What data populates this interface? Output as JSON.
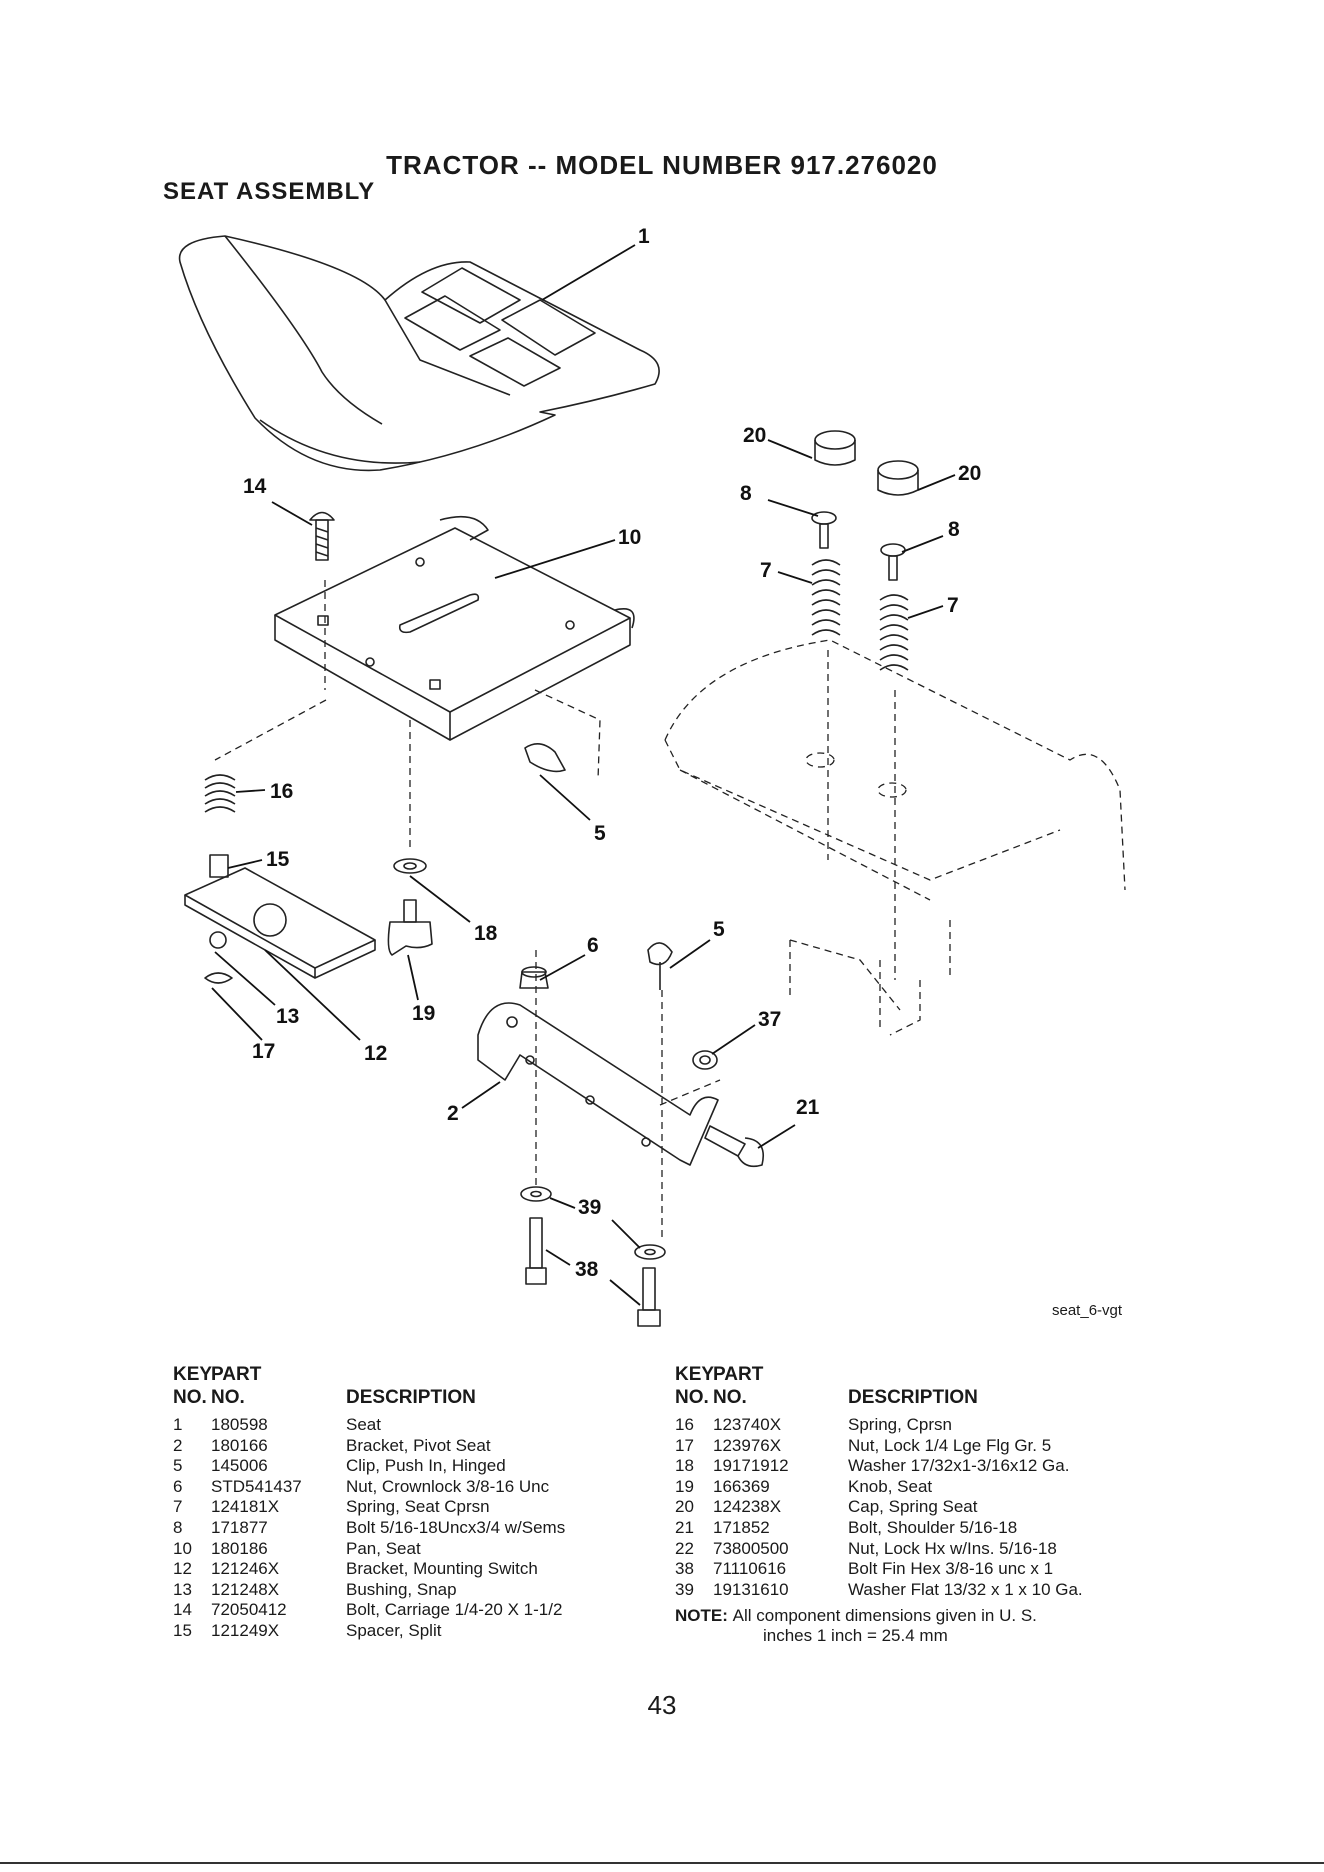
{
  "header": {
    "title": "TRACTOR -- MODEL NUMBER 917.276020",
    "subtitle": "SEAT ASSEMBLY"
  },
  "diagram": {
    "figure_code": "seat_6-vgt",
    "callouts": [
      "1",
      "14",
      "10",
      "20",
      "20",
      "8",
      "8",
      "7",
      "7",
      "16",
      "15",
      "5",
      "18",
      "13",
      "17",
      "12",
      "19",
      "6",
      "5",
      "37",
      "2",
      "21",
      "39",
      "38"
    ]
  },
  "parts_table": {
    "headers": {
      "key": "KEY",
      "no": "NO.",
      "part": "PART",
      "part_no": "NO.",
      "description": "DESCRIPTION"
    },
    "left": [
      {
        "key": "1",
        "part": "180598",
        "desc": "Seat"
      },
      {
        "key": "2",
        "part": "180166",
        "desc": "Bracket, Pivot Seat"
      },
      {
        "key": "5",
        "part": "145006",
        "desc": "Clip, Push In, Hinged"
      },
      {
        "key": "6",
        "part": "STD541437",
        "desc": "Nut, Crownlock 3/8-16 Unc"
      },
      {
        "key": "7",
        "part": "124181X",
        "desc": "Spring, Seat Cprsn"
      },
      {
        "key": "8",
        "part": "171877",
        "desc": "Bolt 5/16-18Uncx3/4 w/Sems"
      },
      {
        "key": "10",
        "part": "180186",
        "desc": "Pan, Seat"
      },
      {
        "key": "12",
        "part": "121246X",
        "desc": "Bracket, Mounting Switch"
      },
      {
        "key": "13",
        "part": "121248X",
        "desc": "Bushing, Snap"
      },
      {
        "key": "14",
        "part": "72050412",
        "desc": "Bolt, Carriage 1/4-20 X 1-1/2"
      },
      {
        "key": "15",
        "part": "121249X",
        "desc": "Spacer, Split"
      }
    ],
    "right": [
      {
        "key": "16",
        "part": "123740X",
        "desc": "Spring, Cprsn"
      },
      {
        "key": "17",
        "part": "123976X",
        "desc": "Nut, Lock 1/4 Lge Flg Gr. 5"
      },
      {
        "key": "18",
        "part": "19171912",
        "desc": "Washer 17/32x1-3/16x12 Ga."
      },
      {
        "key": "19",
        "part": "166369",
        "desc": "Knob, Seat"
      },
      {
        "key": "20",
        "part": "124238X",
        "desc": "Cap, Spring Seat"
      },
      {
        "key": "21",
        "part": "171852",
        "desc": "Bolt, Shoulder 5/16-18"
      },
      {
        "key": "22",
        "part": "73800500",
        "desc": "Nut, Lock Hx w/Ins. 5/16-18"
      },
      {
        "key": "38",
        "part": "71110616",
        "desc": "Bolt Fin Hex 3/8-16 unc x 1"
      },
      {
        "key": "39",
        "part": "19131610",
        "desc": "Washer Flat 13/32 x 1 x 10 Ga."
      }
    ],
    "note": {
      "label": "NOTE:",
      "line1": "All component dimensions given in U. S.",
      "line2": "inches 1 inch = 25.4 mm"
    }
  },
  "page_number": "43"
}
